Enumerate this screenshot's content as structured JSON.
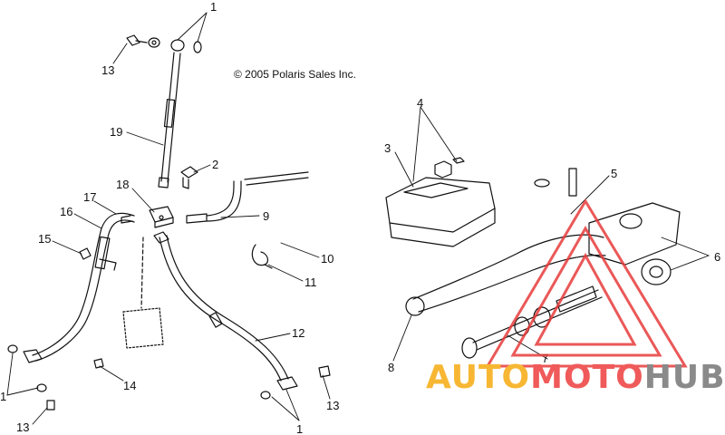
{
  "copyright": "© 2005 Polaris Sales Inc.",
  "callouts": [
    {
      "id": "c1a",
      "text": "1"
    },
    {
      "id": "c13a",
      "text": "13"
    },
    {
      "id": "c19",
      "text": "19"
    },
    {
      "id": "c2",
      "text": "2"
    },
    {
      "id": "c18",
      "text": "18"
    },
    {
      "id": "c17",
      "text": "17"
    },
    {
      "id": "c16",
      "text": "16"
    },
    {
      "id": "c9",
      "text": "9"
    },
    {
      "id": "c15",
      "text": "15"
    },
    {
      "id": "c10",
      "text": "10"
    },
    {
      "id": "c11",
      "text": "11"
    },
    {
      "id": "c12",
      "text": "12"
    },
    {
      "id": "c14",
      "text": "14"
    },
    {
      "id": "c1b",
      "text": "1"
    },
    {
      "id": "c13b",
      "text": "13"
    },
    {
      "id": "c1c",
      "text": "1"
    },
    {
      "id": "c13c",
      "text": "13"
    },
    {
      "id": "c4",
      "text": "4"
    },
    {
      "id": "c3",
      "text": "3"
    },
    {
      "id": "c5",
      "text": "5"
    },
    {
      "id": "c6",
      "text": "6"
    },
    {
      "id": "c7",
      "text": "7"
    },
    {
      "id": "c8",
      "text": "8"
    }
  ],
  "watermark": {
    "part1": "AUTO",
    "part2": "MOTO",
    "part3": "HUB",
    "color1": "#f7b733",
    "color2": "#f05a5a",
    "color3": "#8a8a8a",
    "logo_color": "#e83b3b"
  }
}
